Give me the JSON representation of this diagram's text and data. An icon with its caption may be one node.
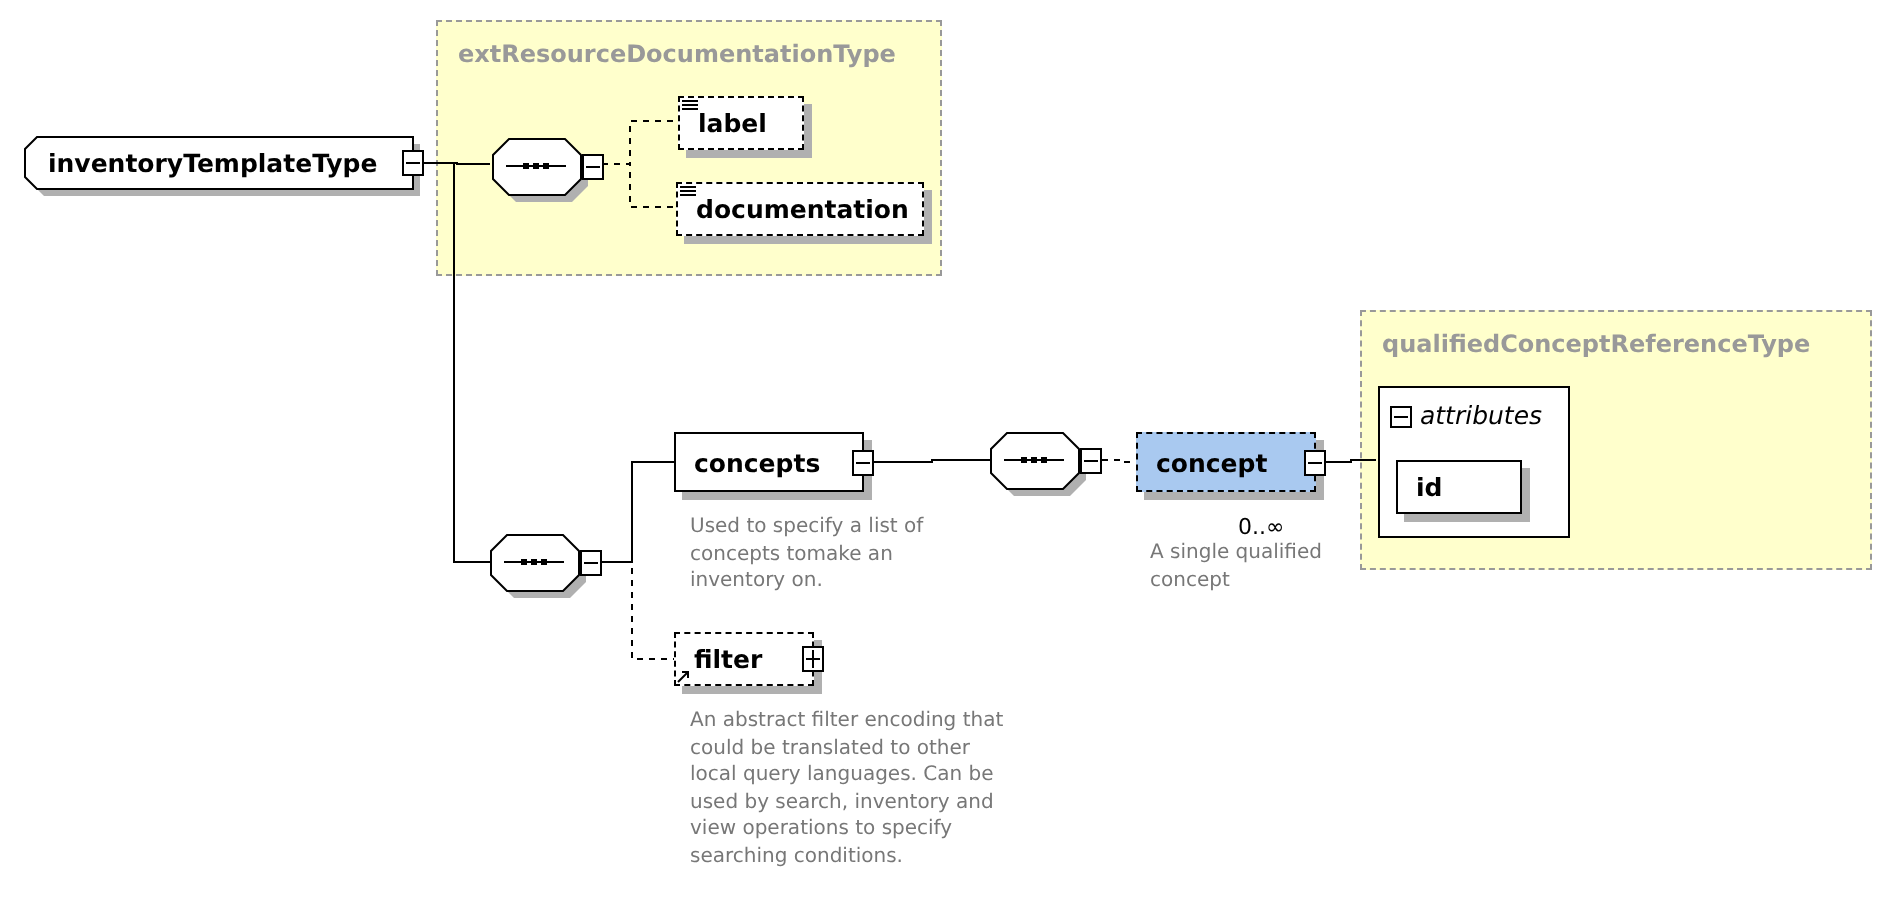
{
  "diagram": {
    "nodes": [
      {
        "text": [
          "inventoryTemplateType"
        ]
      },
      {
        "text": [
          "extResourceDocumentationType"
        ]
      },
      {
        "text": [],
        "shape": "octagon",
        "in": 1
      },
      {
        "text": [
          "label"
        ],
        "in": 1
      },
      {
        "text": [
          "documentation"
        ],
        "in": 1
      },
      {
        "text": [],
        "shape": "octagon"
      },
      {
        "text": [
          "concepts"
        ],
        "beside": [
          "Used to specify a list of concepts tomake an inventory on."
        ]
      },
      {
        "text": [
          "filter"
        ],
        "beside": [
          "An abstract filter encoding that could be translated to other local query languages. Can be used by search, inventory and view operations to specify searching conditions."
        ]
      },
      {
        "text": [],
        "shape": "octagon"
      },
      {
        "text": [
          "concept"
        ],
        "beside": [
          "0..∞",
          "A single qualified concept"
        ]
      },
      {
        "text": [
          "qualifiedConceptReferenceType"
        ]
      },
      {
        "text": [
          "attributes"
        ],
        "in": 10
      },
      {
        "text": [
          "id"
        ],
        "in": 11
      }
    ],
    "edges": [
      {
        "from": 0,
        "to": 2,
        "arrow": "none"
      },
      {
        "from": 2,
        "to": 3,
        "arrow": "none",
        "style": "dashed"
      },
      {
        "from": 2,
        "to": 4,
        "arrow": "none",
        "style": "dashed"
      },
      {
        "from": 0,
        "to": 5,
        "arrow": "none"
      },
      {
        "from": 5,
        "to": 6,
        "arrow": "none"
      },
      {
        "from": 5,
        "to": 7,
        "arrow": "none",
        "style": "dashed"
      },
      {
        "from": 6,
        "to": 8,
        "arrow": "none"
      },
      {
        "from": 8,
        "to": 9,
        "arrow": "none",
        "style": "dashed"
      },
      {
        "from": 9,
        "to": 11,
        "arrow": "none"
      }
    ]
  }
}
